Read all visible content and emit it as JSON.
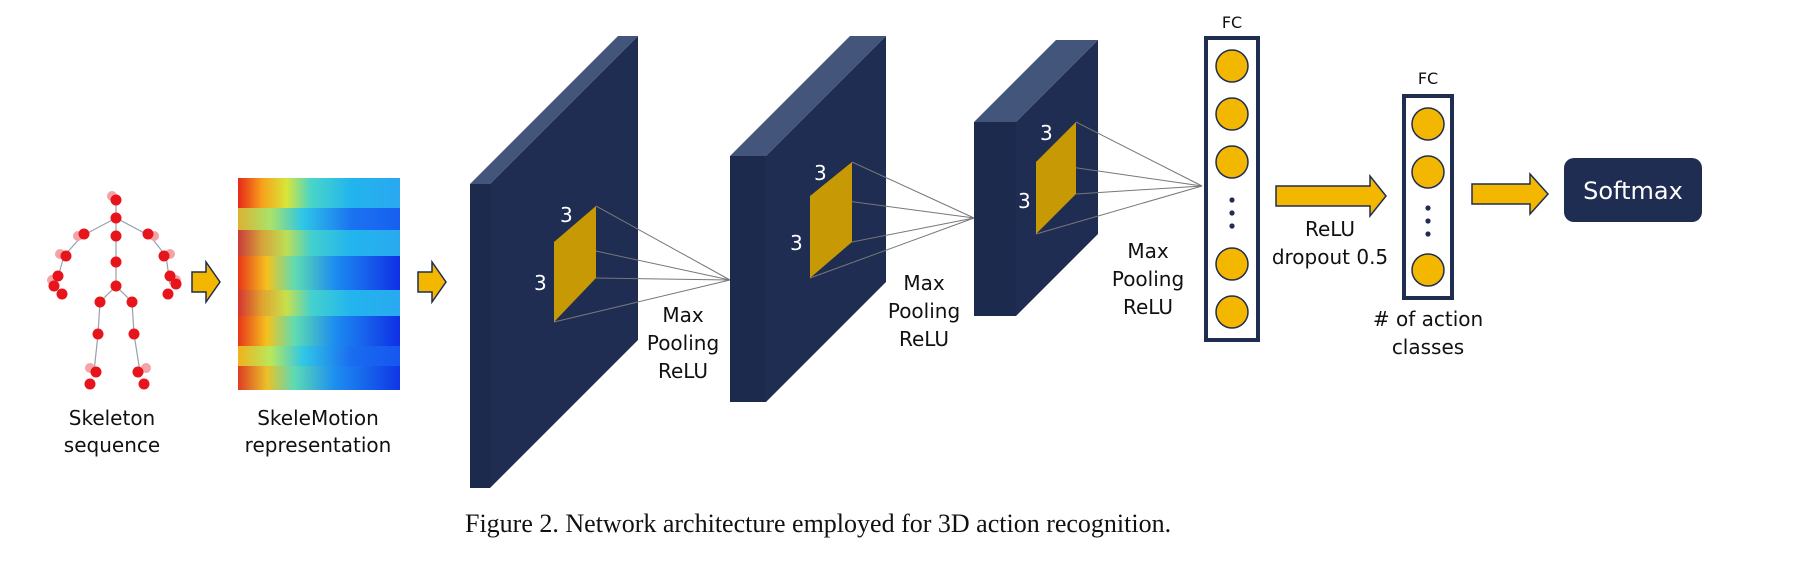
{
  "labels": {
    "skeleton_line1": "Skeleton",
    "skeleton_line2": "sequence",
    "skelemotion_line1": "SkeleMotion",
    "skelemotion_line2": "representation",
    "kernel_size": "3",
    "pool1_line1": "Max",
    "pool1_line2": "Pooling",
    "pool1_line3": "ReLU",
    "pool2_line1": "Max",
    "pool2_line2": "Pooling",
    "pool2_line3": "ReLU",
    "pool3_line1": "Max",
    "pool3_line2": "Pooling",
    "pool3_line3": "ReLU",
    "fc1_title": "FC",
    "fc2_title": "FC",
    "relu_dropout_line1": "ReLU",
    "relu_dropout_line2": "dropout 0.5",
    "classes_line1": "# of action",
    "classes_line2": "classes",
    "softmax": "Softmax"
  },
  "caption": "Figure 2. Network architecture employed for 3D action recognition.",
  "colors": {
    "layer_front": "#1f2d52",
    "layer_top": "#44557c",
    "kernel": "#c79a05",
    "arrow": "#f4b700",
    "neuron": "#f4b700",
    "fc_border": "#1f2d52",
    "joint": "#e8141b"
  }
}
